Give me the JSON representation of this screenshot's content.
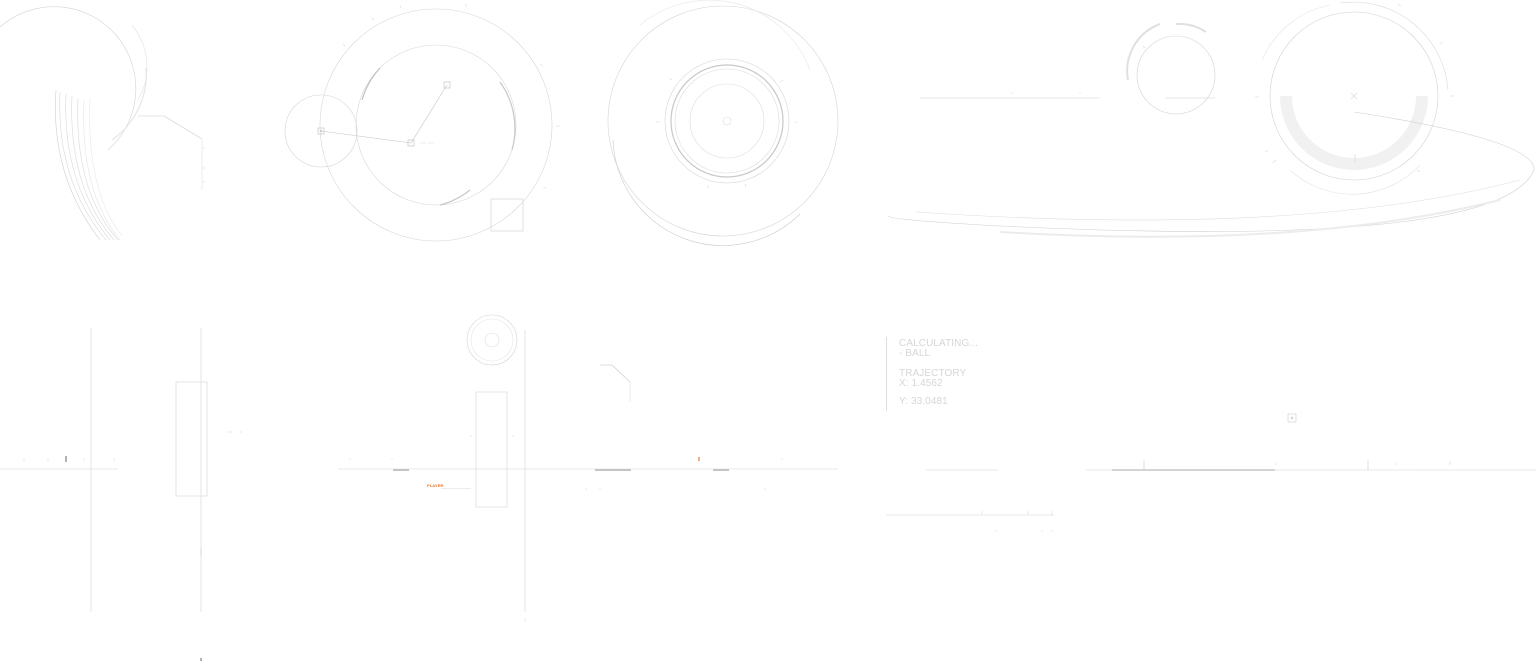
{
  "readout": {
    "line1": "CALCULATING...",
    "line2": "- BALL",
    "line3": "TRAJECTORY",
    "line4": "X: 1.4562",
    "line5": "Y: 33.0481"
  },
  "player": {
    "label": "PLAYER"
  },
  "colors": {
    "background": "#ffffff",
    "line": "#d8d8d8",
    "line_faint": "#ececec",
    "text": "#d6d6d6",
    "accent": "#e9742b"
  }
}
